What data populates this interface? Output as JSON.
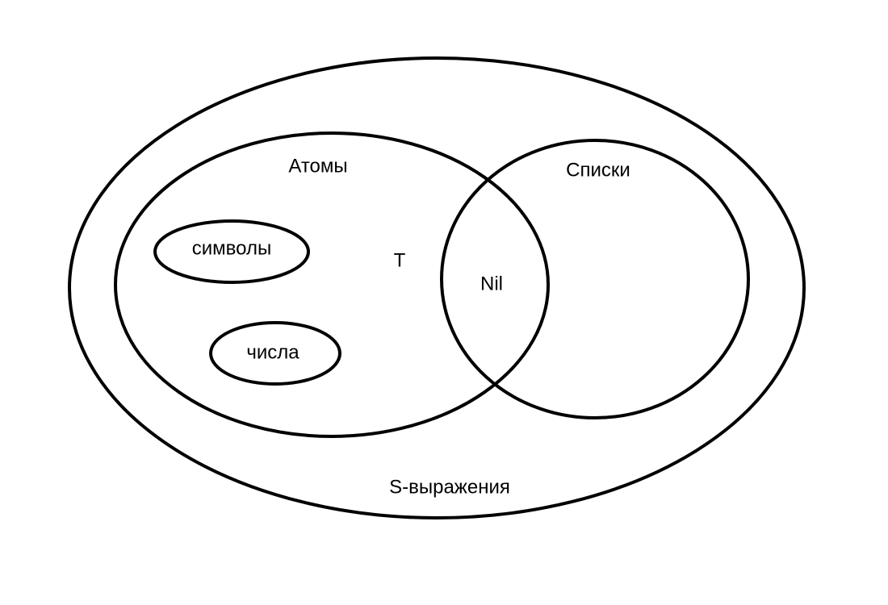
{
  "diagram": {
    "style": {
      "background": "#ffffff",
      "stroke": "#000000",
      "text": "#000000"
    },
    "sets": {
      "s_expressions": {
        "label": "S-выражения"
      },
      "atoms": {
        "label": "Атомы"
      },
      "lists": {
        "label": "Списки"
      },
      "symbols": {
        "label": "символы"
      },
      "numbers": {
        "label": "числа"
      }
    },
    "elements": {
      "t": {
        "label": "T"
      },
      "nil": {
        "label": "Nil"
      }
    }
  }
}
